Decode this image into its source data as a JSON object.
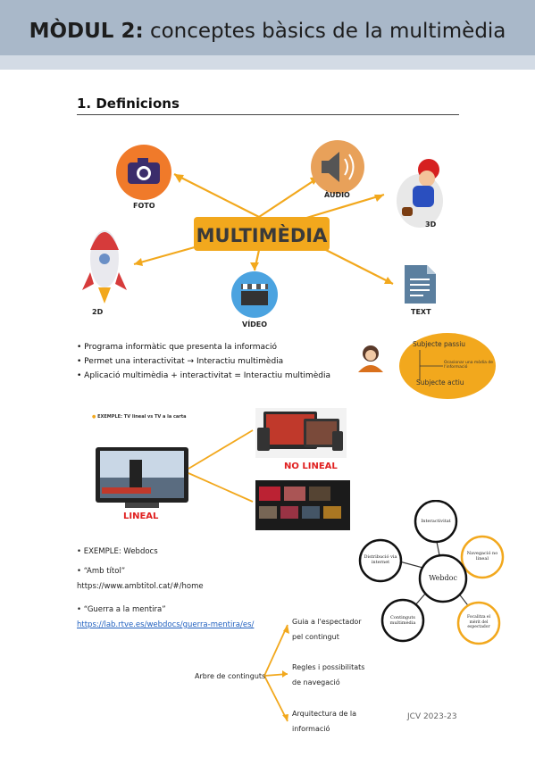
{
  "header": {
    "title_bold": "MÒDUL 2:",
    "title_rest": "conceptes  bàsics de la multimèdia"
  },
  "section": {
    "title": "1. Definicions"
  },
  "mindmap": {
    "center": "MULTIMÈDIA",
    "labels": {
      "foto": "FOTO",
      "audio": "ÀUDIO",
      "threed": "3D",
      "twod": "2D",
      "video": "VÍDEO",
      "text": "TEXT"
    }
  },
  "definitions": {
    "items": [
      "Programa informàtic que presenta la informació",
      "Permet una interactivitat → Interactiu multimèdia",
      "Aplicació multimèdia + interactivitat = Interactiu multimèdia"
    ]
  },
  "oval": {
    "top": "Subjecte passiu",
    "middle": "Ocasionar una mòdia de l'informació",
    "bottom": "Subjecte actiu"
  },
  "tv_example": {
    "caption": "EXEMPLE: TV lineal vs TV a la carta",
    "lineal": "LINEAL",
    "no_lineal": "NO LINEAL"
  },
  "webdocs": {
    "exemple": "EXEMPLE: Webdocs",
    "amb_titol": "“Amb títol”",
    "amb_titol_url": "https://www.ambtitol.cat/#/home",
    "guerra": "“Guerra a la mentira”",
    "guerra_url": "https://lab.rtve.es/webdocs/guerra-mentira/es/"
  },
  "webdoc_diagram": {
    "center": "Webdoc",
    "nodes": {
      "interactivitat": "Interactivitat",
      "navegacio": "Navegació no lineal",
      "distribucio": "Distribució via internet",
      "continguts": "Continguts multimèdia",
      "focalitza": "Focalitza el mèrit del espectador"
    }
  },
  "tree": {
    "root": "Arbre de continguts",
    "branch1_l1": "Guia a l'espectador",
    "branch1_l2": "pel contingut",
    "branch2_l1": "Regles i possibilitats",
    "branch2_l2": "de navegació",
    "branch3_l1": "Arquitectura de la",
    "branch3_l2": "informació"
  },
  "footer": "JCV 2023-23",
  "colors": {
    "orange": "#f2a81d",
    "header": "#a9b8c9",
    "link": "#1f5fbf"
  }
}
